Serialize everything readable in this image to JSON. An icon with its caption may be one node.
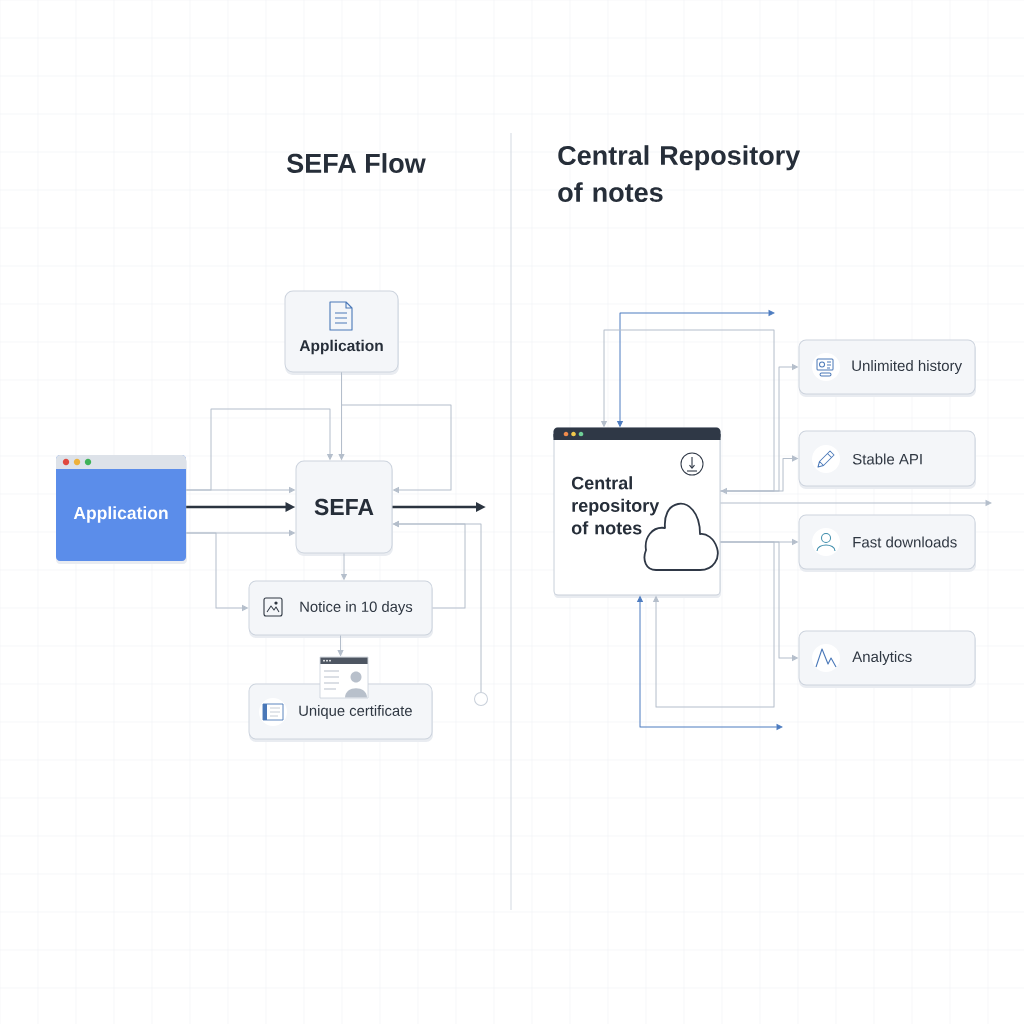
{
  "diagram": {
    "nodes": [
      {
        "text": [
          "Application"
        ]
      },
      {
        "text": [
          "Application"
        ]
      },
      {
        "text": [
          "SEFA"
        ]
      },
      {
        "text": [
          "Notice in 10 days"
        ]
      },
      {
        "text": [],
        "shape": "picture"
      },
      {
        "text": [
          "Unique certificate"
        ]
      },
      {
        "text": [],
        "shape": "circle"
      },
      {
        "text": [
          "Central repository of notes"
        ]
      },
      {
        "text": [
          "Unlimited history"
        ]
      },
      {
        "text": [
          "Stable API"
        ]
      },
      {
        "text": [
          "Fast downloads"
        ]
      },
      {
        "text": [
          "Analytics"
        ]
      }
    ],
    "edges": [
      {
        "from": 0,
        "to": 2,
        "arrow": "to"
      },
      {
        "from": 0,
        "to": 2,
        "arrow": "to"
      },
      {
        "from": 1,
        "to": 2,
        "arrow": "to"
      },
      {
        "from": 1,
        "to": 2,
        "arrow": "to"
      },
      {
        "from": 1,
        "to": 2,
        "arrow": "to",
        "style": "thick",
        "color": "#2b3440"
      },
      {
        "from": 1,
        "to": 2,
        "arrow": "to"
      },
      {
        "from": 1,
        "to": 3,
        "arrow": "to"
      },
      {
        "from": 2,
        "to": null,
        "arrow": "to",
        "style": "thick",
        "color": "#2b3440"
      },
      {
        "from": 2,
        "to": 3,
        "arrow": "to"
      },
      {
        "from": 3,
        "to": 2,
        "arrow": "to"
      },
      {
        "from": 6,
        "to": 2,
        "arrow": "to"
      },
      {
        "from": 3,
        "to": 4,
        "arrow": "to"
      },
      {
        "from": null,
        "to": 7,
        "arrow": "both",
        "color": "#4d7cc0"
      },
      {
        "from": 7,
        "to": 7,
        "arrow": "both"
      },
      {
        "from": 7,
        "to": 8,
        "arrow": "to"
      },
      {
        "from": 7,
        "to": 9,
        "arrow": "to"
      },
      {
        "from": 7,
        "to": null,
        "arrow": "to"
      },
      {
        "from": 7,
        "to": 10,
        "arrow": "to"
      },
      {
        "from": 7,
        "to": 11,
        "arrow": "to"
      },
      {
        "from": 7,
        "to": 7,
        "arrow": "to"
      },
      {
        "from": null,
        "to": 7,
        "arrow": "both",
        "color": "#4d7cc0"
      }
    ],
    "labels": [
      "SEFA Flow",
      "Central Repository of notes"
    ]
  }
}
